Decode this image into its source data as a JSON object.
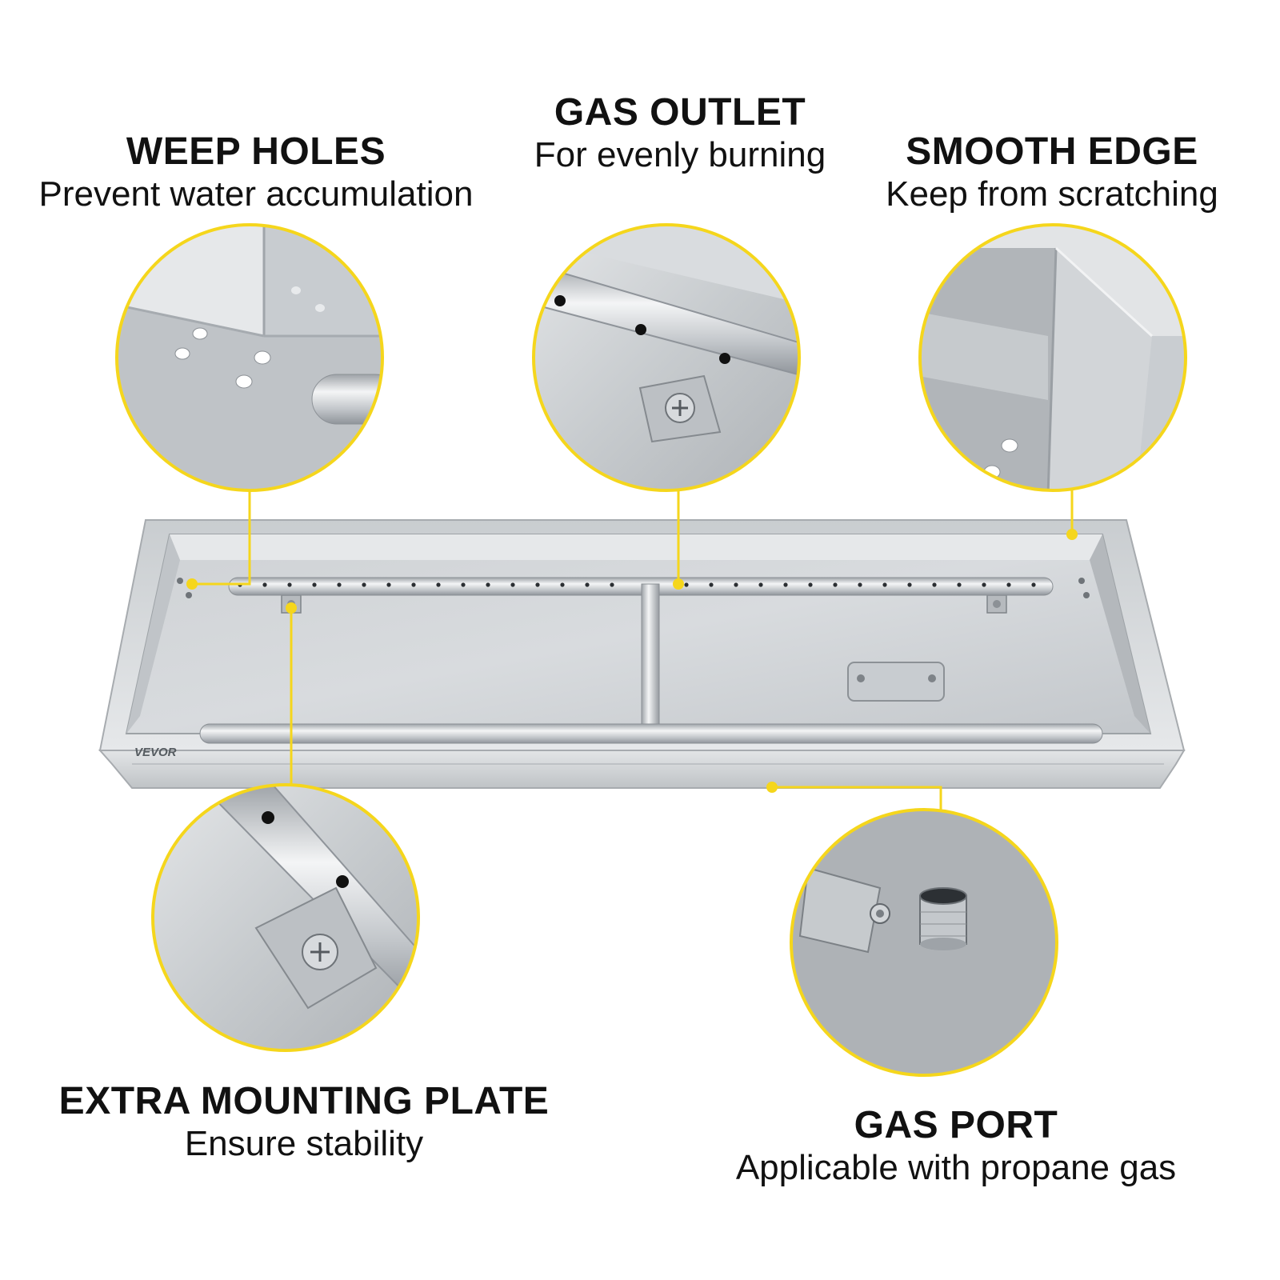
{
  "brand": "VEVOR",
  "colors": {
    "accent": "#f5d61c",
    "steel_light": "#d9dcdf",
    "steel_mid": "#b7bbbf",
    "steel_dark": "#8e9398",
    "text": "#111111"
  },
  "callouts": [
    {
      "id": "weep-holes",
      "title": "WEEP HOLES",
      "subtitle": "Prevent water accumulation",
      "icon": "weep-holes-closeup"
    },
    {
      "id": "gas-outlet",
      "title": "GAS OUTLET",
      "subtitle": "For evenly burning",
      "icon": "gas-outlet-closeup"
    },
    {
      "id": "smooth-edge",
      "title": "SMOOTH EDGE",
      "subtitle": "Keep from scratching",
      "icon": "smooth-edge-closeup"
    },
    {
      "id": "mounting-plate",
      "title": "EXTRA MOUNTING PLATE",
      "subtitle": "Ensure stability",
      "icon": "mounting-plate-closeup"
    },
    {
      "id": "gas-port",
      "title": "GAS PORT",
      "subtitle": "Applicable with propane gas",
      "icon": "gas-port-closeup"
    }
  ]
}
